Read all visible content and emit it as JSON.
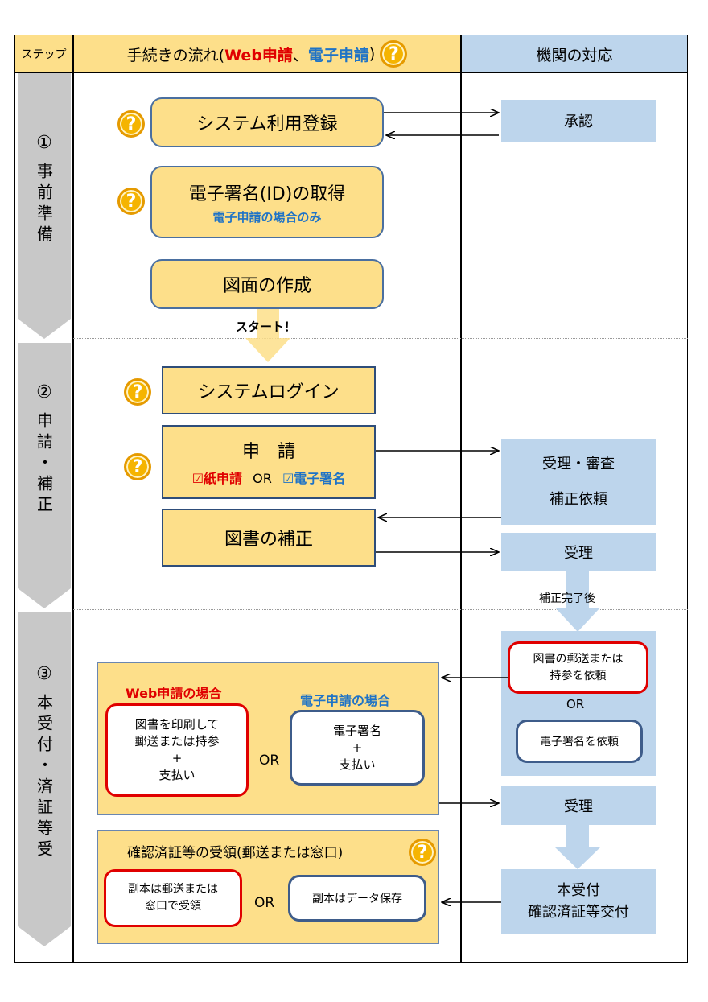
{
  "header": {
    "step_label": "ステップ",
    "flow_prefix": "手続きの流れ(",
    "flow_web": "Web申請",
    "flow_sep": "、",
    "flow_e": "電子申請",
    "flow_suffix": ")",
    "agency": "機関の対応"
  },
  "steps": [
    {
      "num": "①",
      "label": "事前準備"
    },
    {
      "num": "②",
      "label": "申請・補正"
    },
    {
      "num": "③",
      "label": "本受付・済証等受"
    }
  ],
  "flow": {
    "registration": "システム利用登録",
    "signature_title": "電子署名(ID)の取得",
    "signature_note": "電子申請の場合のみ",
    "drawing": "図面の作成",
    "start": "スタート！",
    "login": "システムログイン",
    "apply_title": "申　請",
    "apply_paper": "☑紙申請",
    "apply_or": "OR",
    "apply_esign": "☑電子署名",
    "correction": "図書の補正",
    "web_case_title": "Web申請の場合",
    "web_case_body_1": "図書を印刷して",
    "web_case_body_2": "郵送または持参",
    "web_case_plus": "+",
    "web_case_pay": "支払い",
    "case_or": "OR",
    "e_case_title": "電子申請の場合",
    "e_case_body_1": "電子署名",
    "e_case_plus": "+",
    "e_case_pay": "支払い",
    "receipt_title": "確認済証等の受領(郵送または窓口)",
    "receipt_mail_1": "副本は郵送または",
    "receipt_mail_2": "窓口で受領",
    "receipt_or": "OR",
    "receipt_data": "副本はデータ保存"
  },
  "agency": {
    "approval": "承認",
    "review_1": "受理・審査",
    "review_2": "補正依頼",
    "accept_1": "受理",
    "after_correction": "補正完了後",
    "request_mail_1": "図書の郵送または",
    "request_mail_2": "持参を依頼",
    "request_or": "OR",
    "request_esign": "電子署名を依頼",
    "accept_2": "受理",
    "final_1": "本受付",
    "final_2": "確認済証等交付"
  },
  "colors": {
    "yellow": "#fddf8a",
    "blue": "#bdd5ec",
    "red": "#e00000",
    "accent_blue": "#1f73c6",
    "step_gray": "#c8c8c8"
  },
  "icons": [
    "help-question-icon",
    "arrow-right-icon",
    "arrow-left-icon",
    "arrow-down-icon"
  ]
}
